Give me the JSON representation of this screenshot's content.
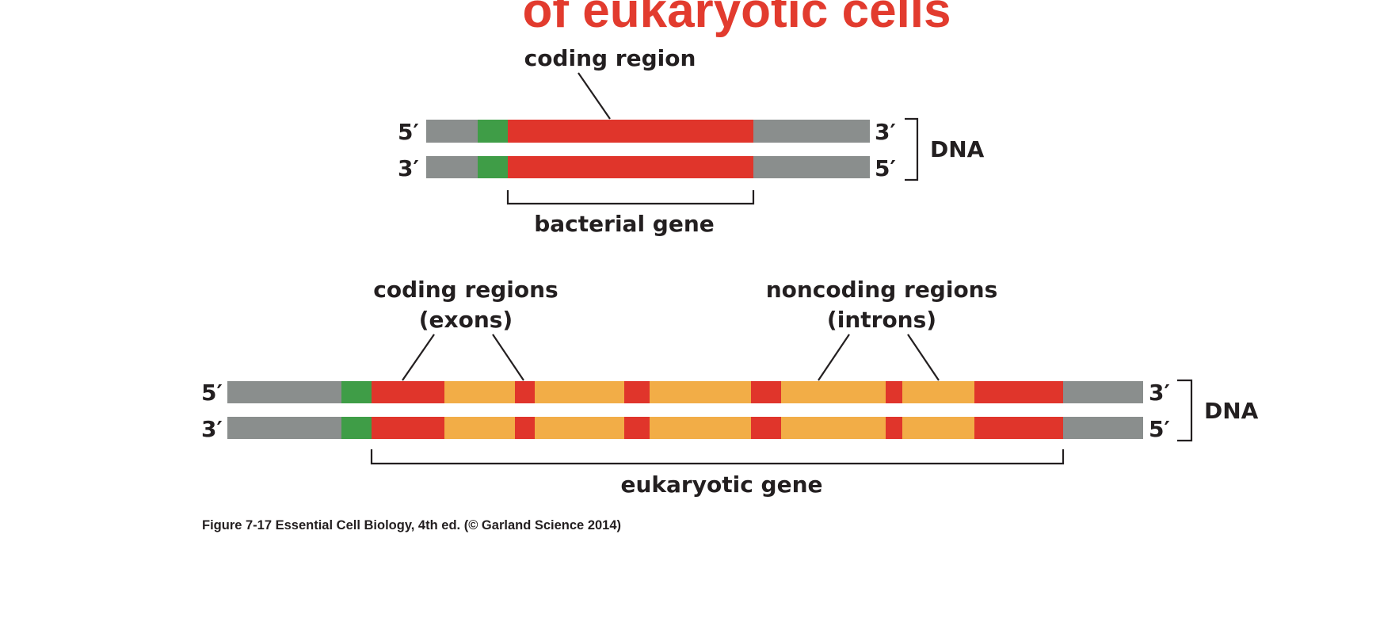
{
  "slide": {
    "title_partial": "of eukaryotic cells",
    "title_color": "#e23b2e"
  },
  "colors": {
    "flank": "#8a8e8d",
    "promoter": "#3f9d47",
    "exon": "#e0352b",
    "intron": "#f2ad47",
    "ink": "#231f20"
  },
  "bacterial": {
    "coding_label": "coding region",
    "gene_label": "bacterial gene",
    "dna_label": "DNA",
    "top_strand_left": "5′",
    "top_strand_right": "3′",
    "bottom_strand_left": "3′",
    "bottom_strand_right": "5′",
    "segments": [
      "flank",
      "promoter",
      "exon",
      "flank"
    ]
  },
  "eukaryotic": {
    "exons_label_line1": "coding regions",
    "exons_label_line2": "(exons)",
    "introns_label_line1": "noncoding regions",
    "introns_label_line2": "(introns)",
    "gene_label": "eukaryotic gene",
    "dna_label": "DNA",
    "top_strand_left": "5′",
    "top_strand_right": "3′",
    "bottom_strand_left": "3′",
    "bottom_strand_right": "5′",
    "segments": [
      "flank",
      "promoter",
      "exon",
      "intron",
      "exon",
      "intron",
      "exon",
      "intron",
      "exon",
      "intron",
      "exon",
      "intron",
      "exon",
      "flank"
    ]
  },
  "caption": "Figure 7-17  Essential Cell Biology, 4th ed. (© Garland Science 2014)"
}
